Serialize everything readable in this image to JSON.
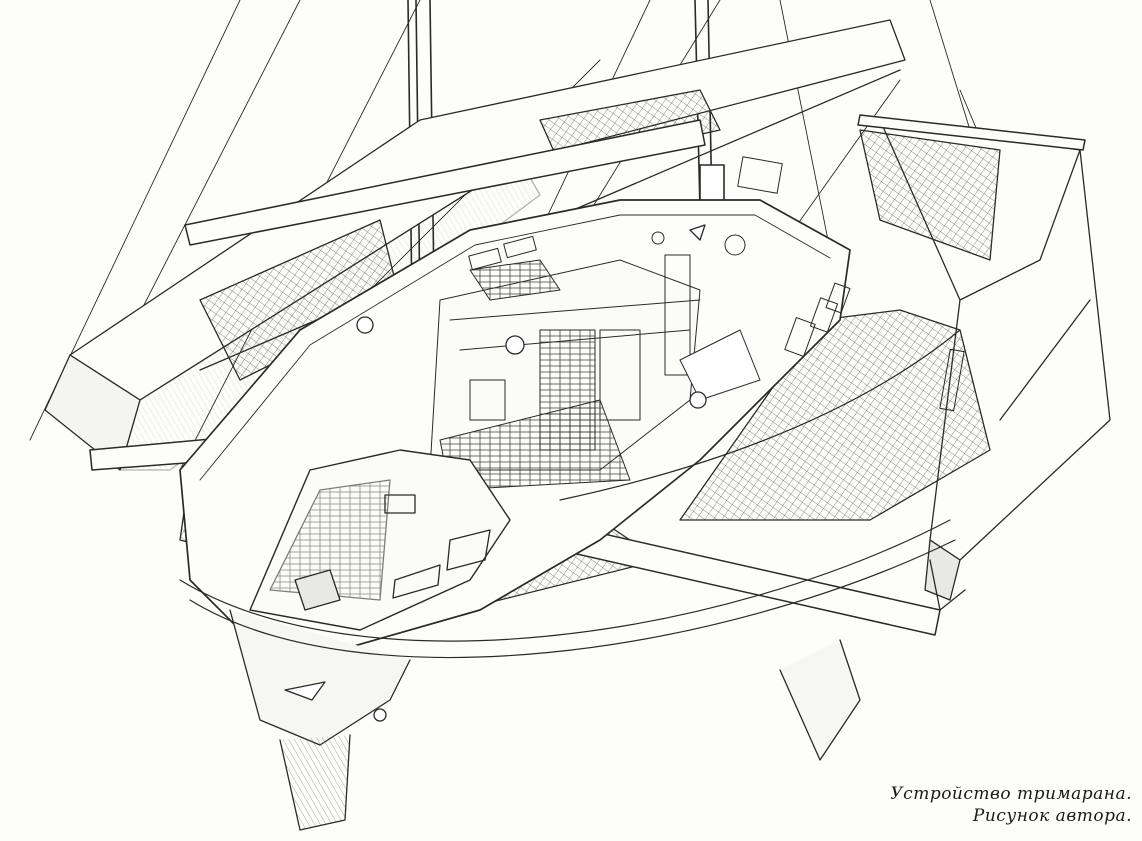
{
  "caption": {
    "line1": "Устройство тримарана.",
    "line2": "Рисунок автора."
  },
  "colors": {
    "ink": "#2a2a2a",
    "paper": "#fdfdfb"
  },
  "illustration": {
    "subject": "trimaran-cutaway-drawing"
  }
}
